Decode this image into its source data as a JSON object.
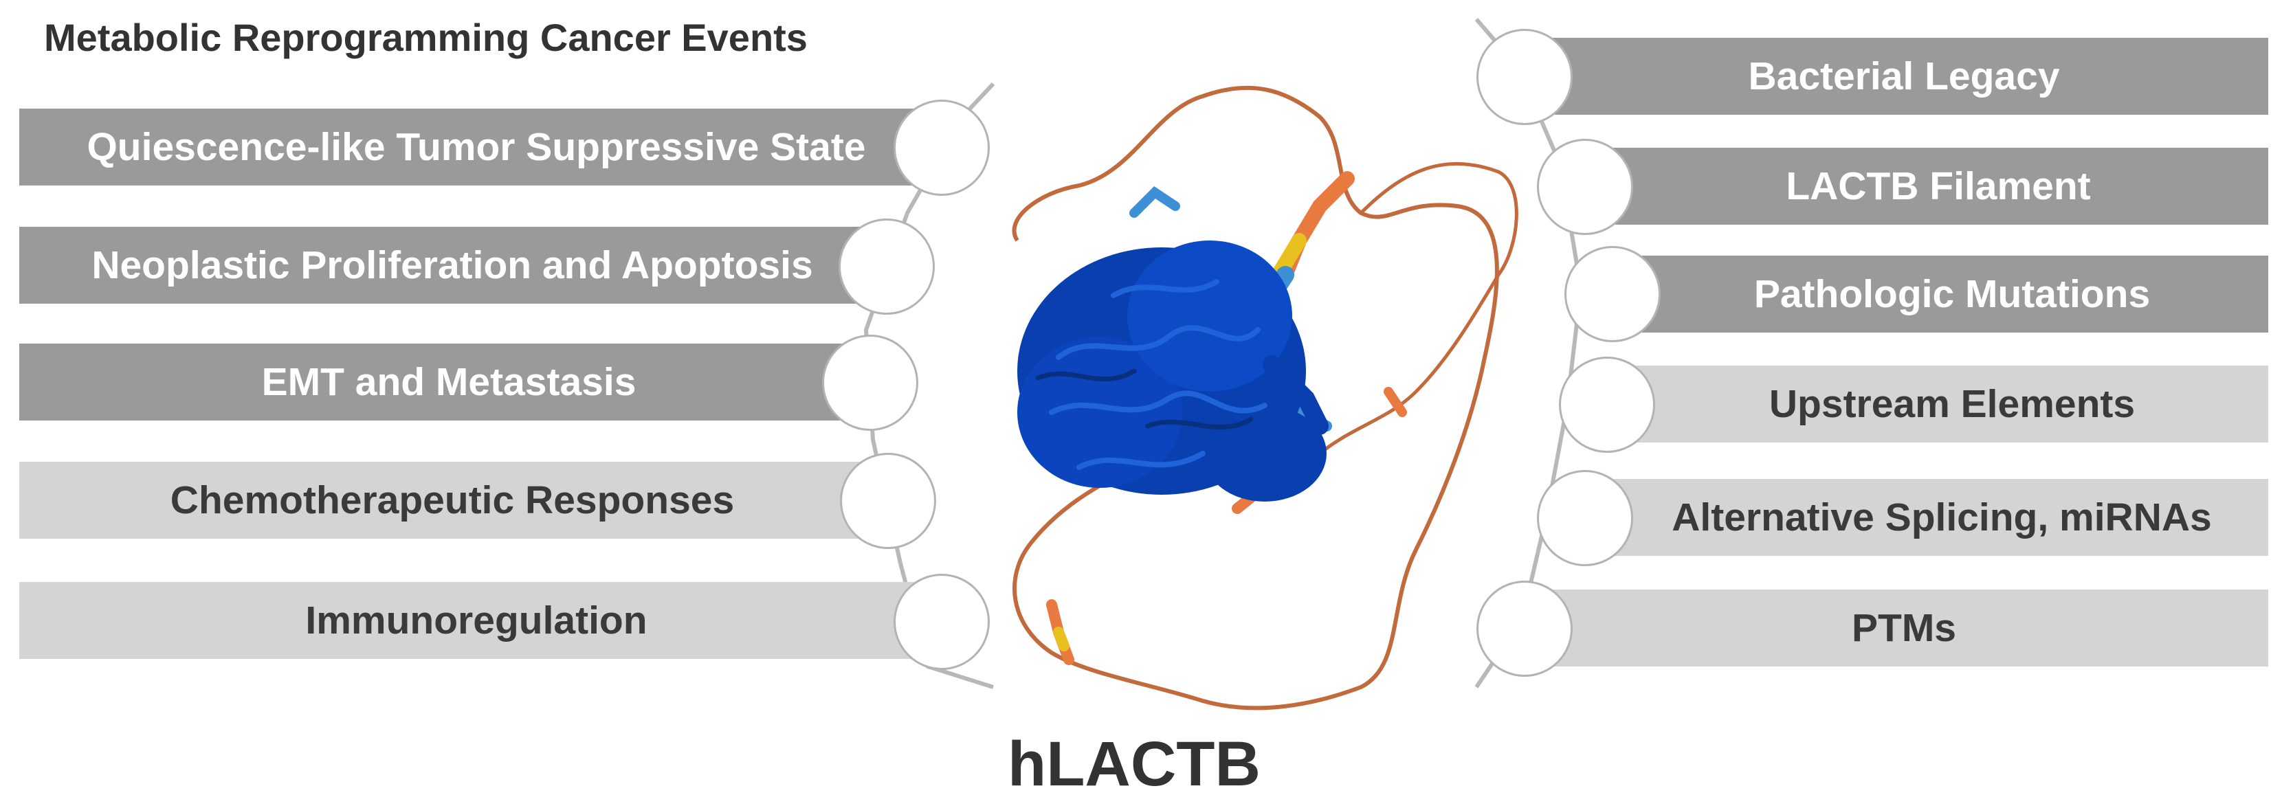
{
  "title": "Metabolic Reprogramming Cancer Events",
  "bottom_title": "hLACTB",
  "left_items": [
    {
      "label": "Quiescence-like Tumor Suppressive State",
      "shade": "dark"
    },
    {
      "label": "Neoplastic Proliferation and Apoptosis",
      "shade": "dark"
    },
    {
      "label": "EMT and Metastasis",
      "shade": "dark"
    },
    {
      "label": "Chemotherapeutic Responses",
      "shade": "light"
    },
    {
      "label": "Immunoregulation",
      "shade": "light"
    }
  ],
  "right_items": [
    {
      "label": "Bacterial Legacy",
      "shade": "dark"
    },
    {
      "label": "LACTB Filament",
      "shade": "dark"
    },
    {
      "label": "Pathologic Mutations",
      "shade": "dark"
    },
    {
      "label": "Upstream Elements",
      "shade": "light"
    },
    {
      "label": "Alternative Splicing, miRNAs",
      "shade": "light"
    },
    {
      "label": "PTMs",
      "shade": "light"
    }
  ],
  "colors": {
    "bar_dark": "#9a9a9a",
    "bar_light": "#d4d4d4",
    "protein_core": "#0a3fb0",
    "protein_mid": "#3d8fd6",
    "protein_yellow": "#e8c020",
    "protein_orange": "#e87a40",
    "protein_loop": "#c26a3c"
  }
}
